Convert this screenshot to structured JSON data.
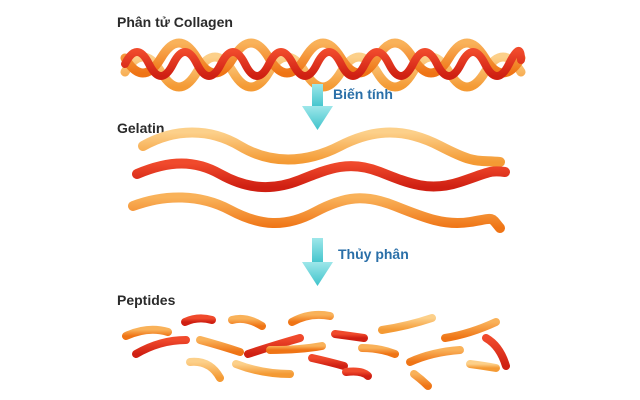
{
  "stages": {
    "collagen": "Phân tử Collagen",
    "gelatin": "Gelatin",
    "peptides": "Peptides"
  },
  "steps": {
    "denature": "Biến tính",
    "hydrolysis": "Thủy phân"
  },
  "colors": {
    "red": "#e0301e",
    "orange": "#f07a1a",
    "light_orange": "#f7a94a",
    "arrow": "#5fd0d6",
    "step_text": "#2a6fa8"
  },
  "icons": {
    "arrow": "down-arrow-icon"
  }
}
